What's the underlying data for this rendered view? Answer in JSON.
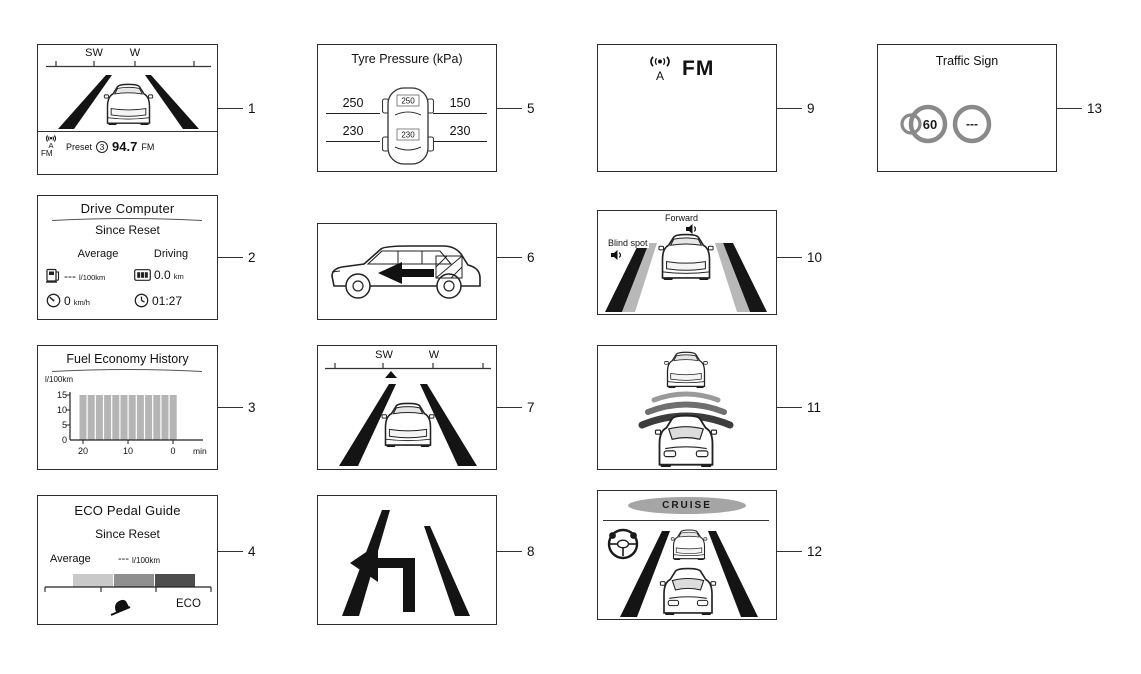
{
  "panels": {
    "p1": {
      "num": "1",
      "compass_left": "SW",
      "compass_right": "W",
      "antenna_letter": "A",
      "fm_icon_label": "FM",
      "preset_label": "Preset",
      "preset_number": "3",
      "frequency_value": "94.7",
      "frequency_unit": "FM"
    },
    "p2": {
      "num": "2",
      "title": "Drive Computer",
      "subtitle": "Since Reset",
      "col_left": "Average",
      "col_right": "Driving",
      "fuel_value": "---",
      "fuel_unit": "l/100km",
      "distance_value": "0.0",
      "distance_unit": "km",
      "speed_value": "0",
      "speed_unit": "km/h",
      "time_value": "01:27"
    },
    "p3": {
      "num": "3",
      "title": "Fuel Economy History",
      "y_axis_label": "l/100km",
      "y_ticks": [
        "15",
        "10",
        "5",
        "0"
      ],
      "x_ticks": [
        "20",
        "10",
        "0"
      ],
      "x_unit": "min",
      "chart": {
        "type": "bar",
        "x_minutes_range": [
          20,
          0
        ],
        "values": [
          15,
          15,
          15,
          15,
          15,
          15,
          15,
          15,
          15,
          15,
          15,
          15
        ],
        "ylim": [
          0,
          15
        ],
        "bar_color": "#b5b5b5"
      }
    },
    "p4": {
      "num": "4",
      "title": "ECO Pedal Guide",
      "subtitle": "Since Reset",
      "average_label": "Average",
      "average_value": "---",
      "average_unit": "l/100km",
      "eco_label": "ECO"
    },
    "p5": {
      "num": "5",
      "title": "Tyre Pressure (kPa)",
      "front_left": "250",
      "front_right": "150",
      "rear_left": "230",
      "rear_right": "230",
      "car_front_value": "250",
      "car_rear_value": "230"
    },
    "p6": {
      "num": "6"
    },
    "p7": {
      "num": "7",
      "compass_left": "SW",
      "compass_right": "W"
    },
    "p8": {
      "num": "8"
    },
    "p9": {
      "num": "9",
      "antenna_letter": "A",
      "fm_label": "FM"
    },
    "p10": {
      "num": "10",
      "forward_label": "Forward",
      "blind_spot_label": "Blind spot"
    },
    "p11": {
      "num": "11"
    },
    "p12": {
      "num": "12",
      "cruise_label": "CRUISE"
    },
    "p13": {
      "num": "13",
      "title": "Traffic Sign",
      "sign_primary": "60",
      "sign_secondary": "---"
    }
  }
}
